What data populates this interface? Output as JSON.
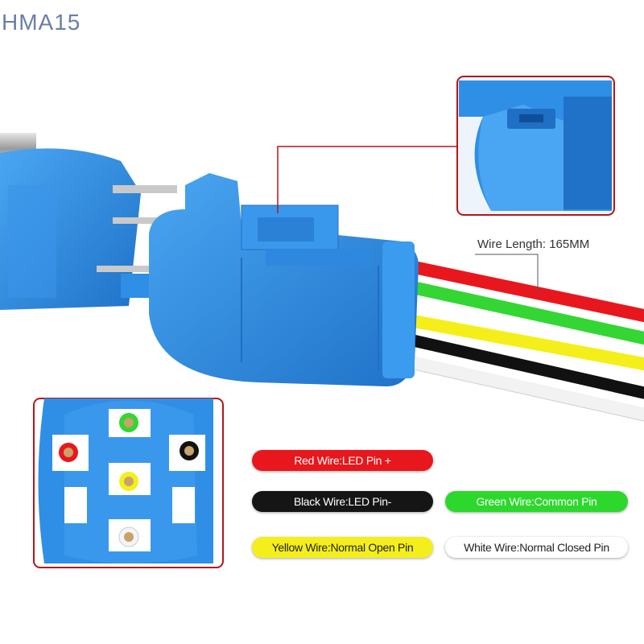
{
  "watermark": "HMA15",
  "wire_length_label": "Wire Length: 165MM",
  "legend": [
    {
      "id": "red",
      "text": "Red Wire:LED Pin +",
      "bg": "#e8171d",
      "fg": "#ffffff"
    },
    {
      "id": "black",
      "text": "Black Wire:LED Pin-",
      "bg": "#151515",
      "fg": "#ffffff"
    },
    {
      "id": "green",
      "text": "Green Wire:Common Pin",
      "bg": "#2dd82d",
      "fg": "#ffffff"
    },
    {
      "id": "yellow",
      "text": "Yellow Wire:Normal Open Pin",
      "bg": "#f4ef1a",
      "fg": "#222222"
    },
    {
      "id": "white",
      "text": "White Wire:Normal Closed Pin",
      "bg": "#ffffff",
      "fg": "#222222"
    }
  ],
  "colors": {
    "connector_blue": "#2f8fe6",
    "connector_dark": "#1f6fc4",
    "callout_red": "#b5151b",
    "wire_red": "#e8171d",
    "wire_green": "#34d634",
    "wire_yellow": "#f4ef1a",
    "wire_black": "#111111",
    "wire_white": "#f4f4f4"
  }
}
